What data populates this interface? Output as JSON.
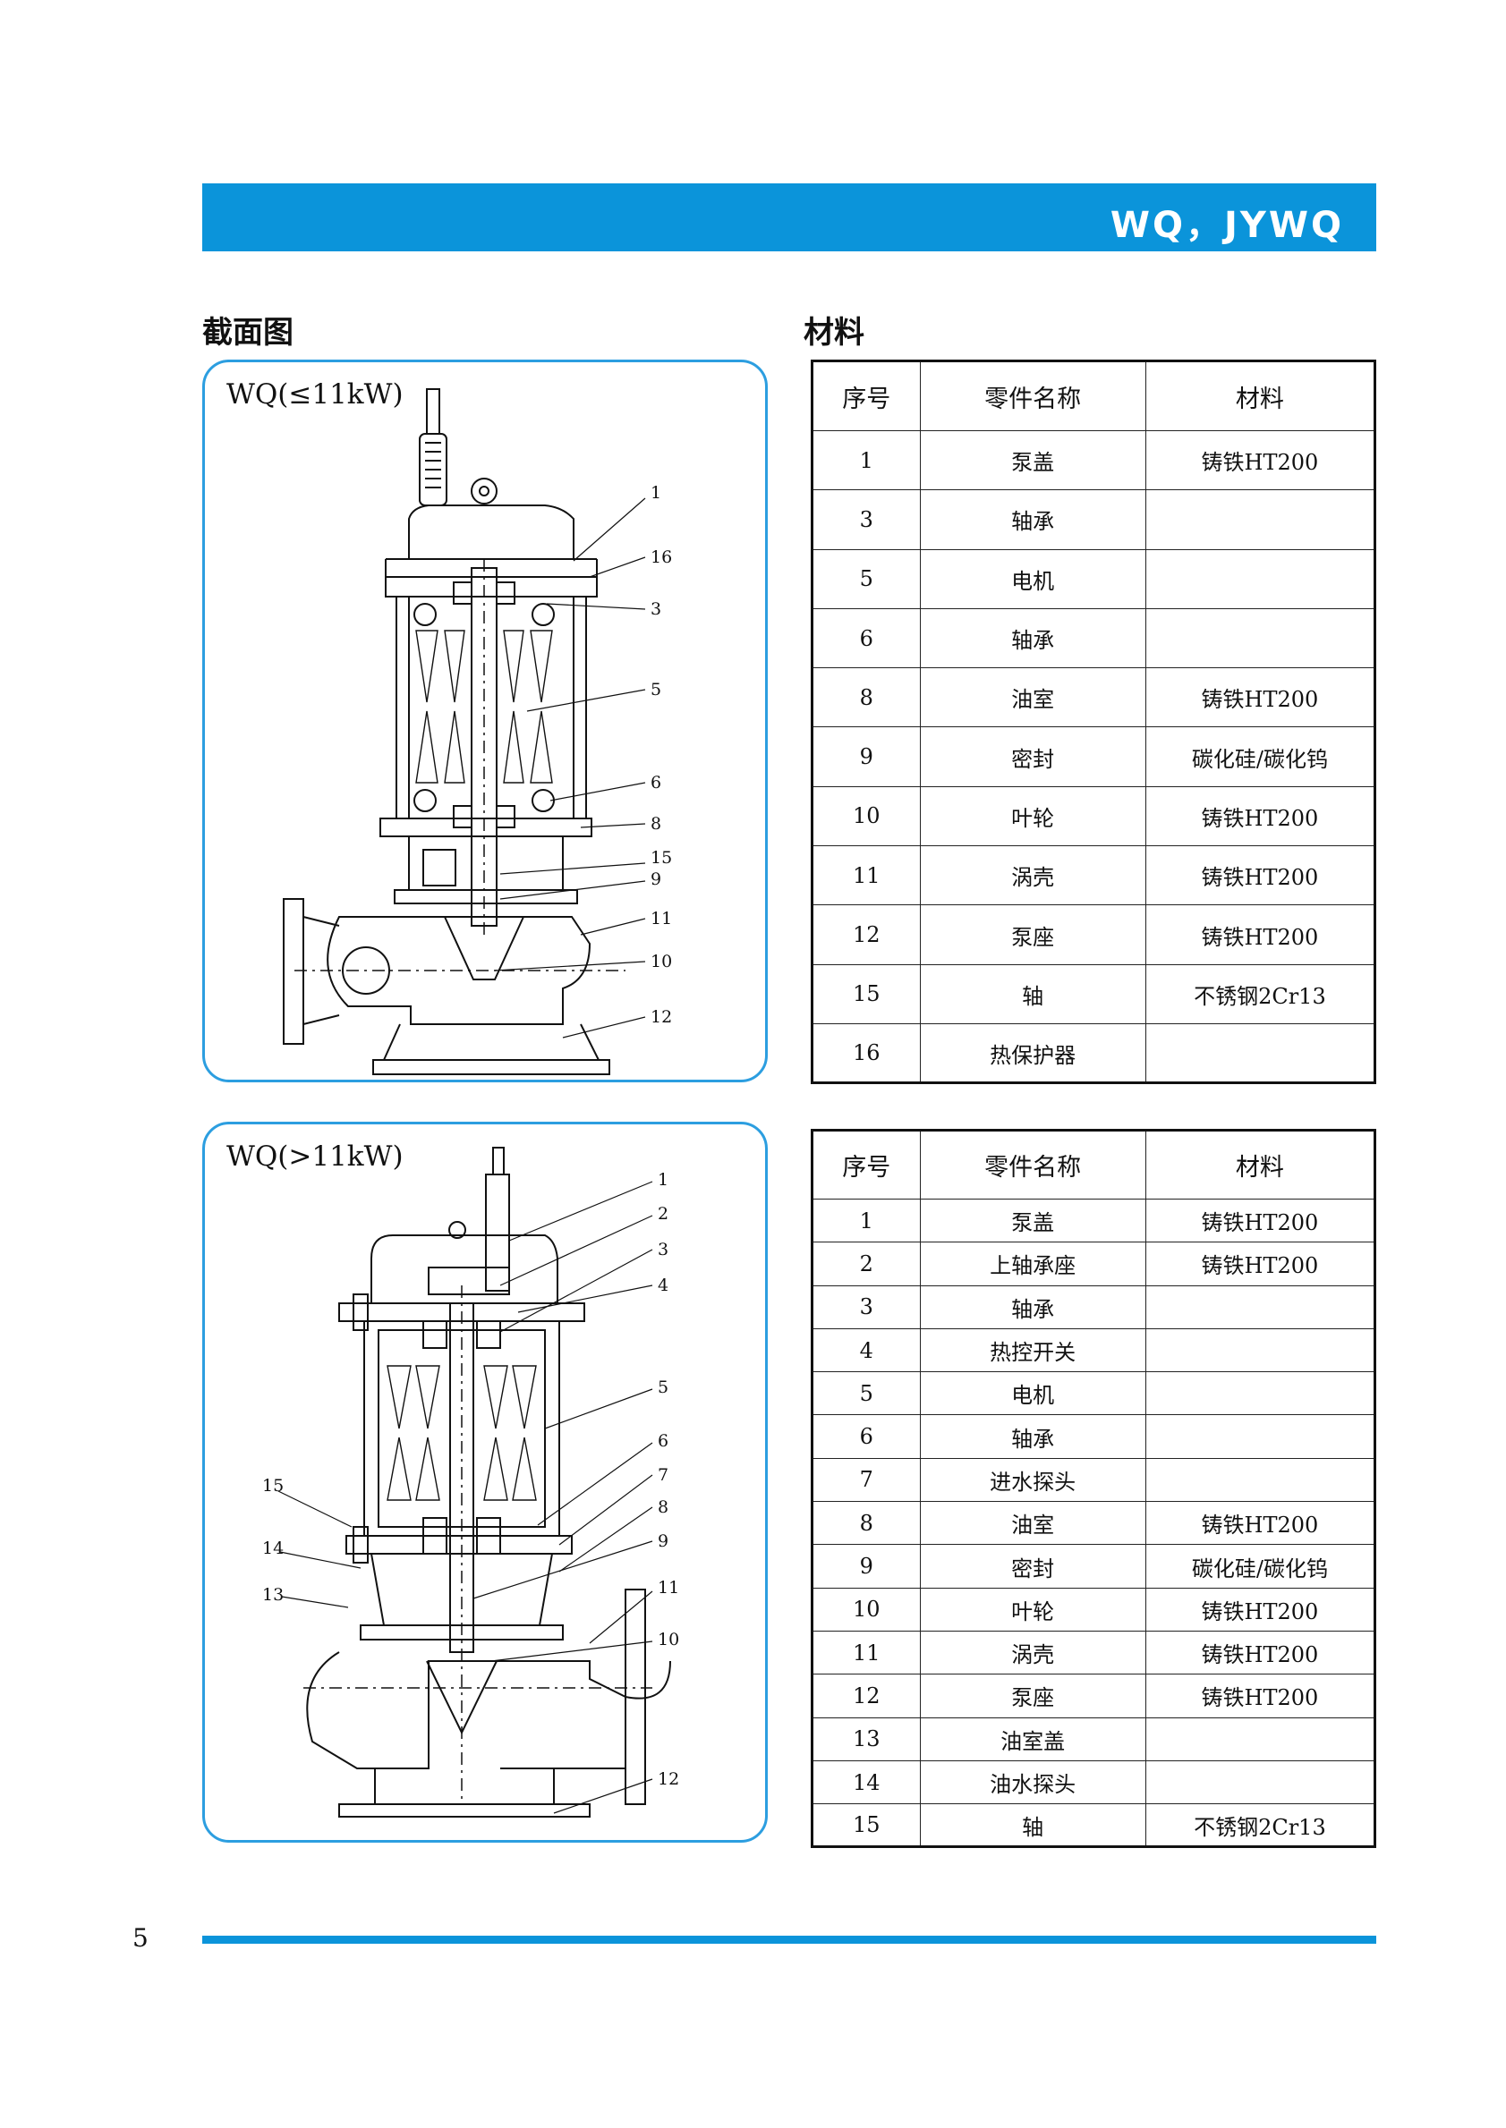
{
  "header": {
    "title": "WQ，JYWQ"
  },
  "sections": {
    "section_drawing": "截面图",
    "section_materials": "材料"
  },
  "panels": [
    {
      "label": "WQ(≤11kW)",
      "callouts": [
        "1",
        "16",
        "3",
        "5",
        "6",
        "8",
        "15",
        "9",
        "11",
        "10",
        "12"
      ]
    },
    {
      "label": "WQ(>11kW)",
      "callouts": [
        "1",
        "2",
        "3",
        "4",
        "5",
        "6",
        "7",
        "8",
        "9",
        "11",
        "10",
        "12",
        "15",
        "14",
        "13"
      ]
    }
  ],
  "tables": [
    {
      "headers": [
        "序号",
        "零件名称",
        "材料"
      ],
      "rows": [
        [
          "1",
          "泵盖",
          "铸铁HT200"
        ],
        [
          "3",
          "轴承",
          ""
        ],
        [
          "5",
          "电机",
          ""
        ],
        [
          "6",
          "轴承",
          ""
        ],
        [
          "8",
          "油室",
          "铸铁HT200"
        ],
        [
          "9",
          "密封",
          "碳化硅/碳化钨"
        ],
        [
          "10",
          "叶轮",
          "铸铁HT200"
        ],
        [
          "11",
          "涡壳",
          "铸铁HT200"
        ],
        [
          "12",
          "泵座",
          "铸铁HT200"
        ],
        [
          "15",
          "轴",
          "不锈钢2Cr13"
        ],
        [
          "16",
          "热保护器",
          ""
        ]
      ]
    },
    {
      "headers": [
        "序号",
        "零件名称",
        "材料"
      ],
      "rows": [
        [
          "1",
          "泵盖",
          "铸铁HT200"
        ],
        [
          "2",
          "上轴承座",
          "铸铁HT200"
        ],
        [
          "3",
          "轴承",
          ""
        ],
        [
          "4",
          "热控开关",
          ""
        ],
        [
          "5",
          "电机",
          ""
        ],
        [
          "6",
          "轴承",
          ""
        ],
        [
          "7",
          "进水探头",
          ""
        ],
        [
          "8",
          "油室",
          "铸铁HT200"
        ],
        [
          "9",
          "密封",
          "碳化硅/碳化钨"
        ],
        [
          "10",
          "叶轮",
          "铸铁HT200"
        ],
        [
          "11",
          "涡壳",
          "铸铁HT200"
        ],
        [
          "12",
          "泵座",
          "铸铁HT200"
        ],
        [
          "13",
          "油室盖",
          ""
        ],
        [
          "14",
          "油水探头",
          ""
        ],
        [
          "15",
          "轴",
          "不锈钢2Cr13"
        ]
      ]
    }
  ],
  "footer": {
    "page_number": "5"
  }
}
